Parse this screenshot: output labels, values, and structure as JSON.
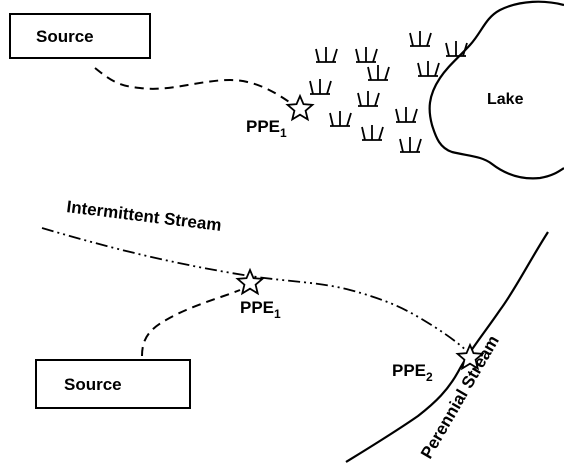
{
  "top_panel": {
    "source_label": "Source",
    "ppe_label": "PPE",
    "ppe_subscript": "1",
    "lake_label": "Lake"
  },
  "bottom_panel": {
    "intermittent_label": "Intermittent Stream",
    "perennial_label": "Perennial Stream",
    "source_label": "Source",
    "ppe1_label": "PPE",
    "ppe1_subscript": "1",
    "ppe2_label": "PPE",
    "ppe2_subscript": "2"
  },
  "icons": {
    "discharge_point": "star-icon",
    "wetland_plant": "marsh-grass-icon"
  }
}
